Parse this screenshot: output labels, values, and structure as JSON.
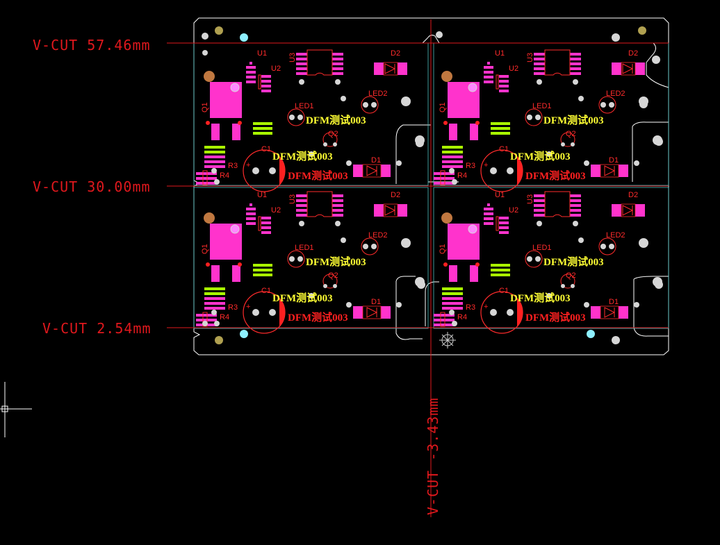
{
  "vcut_labels": {
    "top": "V-CUT 57.46mm",
    "mid": "V-CUT 30.00mm",
    "bottom": "V-CUT 2.54mm",
    "vertical": "V-CUT -3.43mm"
  },
  "board_refs": {
    "u1": "U1",
    "u2": "U2",
    "u3": "U3",
    "d1": "D1",
    "d2": "D2",
    "q1": "Q1",
    "q2": "Q2",
    "led1": "LED1",
    "led2": "LED2",
    "c1": "C1",
    "r3": "R3",
    "r4": "R4"
  },
  "silkscreen": {
    "yellow_text": "DFM测试003",
    "red_text": "DFM测试003"
  },
  "colors": {
    "background": "#000000",
    "vcut_line": "#e0181d",
    "board_outline": "#ffffff",
    "pad": "#ff33cc",
    "silk_yellow": "#ffff33",
    "silk_red": "#ff2020",
    "green_pad": "#aaff00",
    "via": "#d6d6d6",
    "mark_olive": "#b0a050",
    "mark_cyan": "#8ef0ff"
  }
}
